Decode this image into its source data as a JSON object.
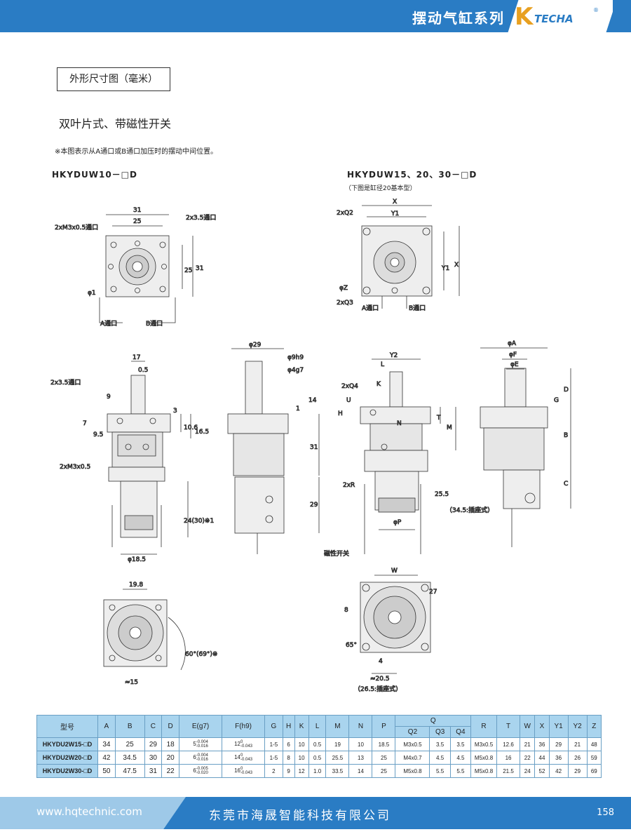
{
  "header": {
    "title": "摆动气缸系列",
    "logo_mark": "K",
    "logo_text": "TECHA",
    "logo_reg": "®"
  },
  "section": {
    "box_title": "外形尺寸图（毫米）",
    "subtitle": "双叶片式、带磁性开关",
    "note": "※本图表示从A通口或B通口加压时的摆动中间位置。",
    "model_left": "HKYDUW10－□D",
    "model_right": "HKYDUW15、20、30－□D",
    "model_right_note": "（下图是缸径20基本型）"
  },
  "drawing_labels": {
    "d31": "31",
    "d25": "25",
    "port_m3": "2xM3x0.5通口",
    "port_35": "2x3.5通口",
    "v25": "25",
    "v31": "31",
    "phi1": "φ1",
    "a_port": "A通口",
    "b_port": "B通口",
    "x": "X",
    "y1": "Y1",
    "q2": "2xQ2",
    "q3": "2xQ3",
    "phiz": "φZ",
    "y1v": "Y1",
    "xv": "X",
    "s17": "17",
    "s05": "0.5",
    "s9": "9",
    "s7": "7",
    "s95": "9.5",
    "s3": "3",
    "s106": "10.6",
    "s165": "16.5",
    "s_m3": "2xM3x0.5",
    "s24": "24(30)※1",
    "s185": "φ18.5",
    "s_35": "2x3.5通口",
    "f29": "φ29",
    "f9h9": "φ9h9",
    "f4g7": "φ4g7",
    "f14": "14",
    "f1": "1",
    "f31": "31",
    "f29v": "29",
    "y2": "Y2",
    "l": "L",
    "k": "K",
    "q4": "2xQ4",
    "u": "U",
    "h": "H",
    "n": "N",
    "t": "T",
    "m": "M",
    "r": "2xR",
    "p255": "25.5",
    "p345": "（34.5:插座式）",
    "phip": "φP",
    "mag": "磁性开关",
    "phia": "φA",
    "phif": "φF",
    "phie": "φE",
    "dd": "D",
    "gg": "G",
    "bb": "B",
    "cc": "C",
    "b198": "19.8",
    "b60": "60°(69°)※",
    "b15": "≈15",
    "w": "W",
    "w27": "27",
    "w8": "8",
    "w65": "65°",
    "w4": "4",
    "w205": "≈20.5",
    "w265": "（26.5:插座式）"
  },
  "table": {
    "col_model": "型号",
    "headers": [
      "A",
      "B",
      "C",
      "D",
      "E(g7)",
      "F(h9)",
      "G",
      "H",
      "K",
      "L",
      "M",
      "N",
      "P",
      "Q",
      "R",
      "T",
      "W",
      "X",
      "Y1",
      "Y2",
      "Z"
    ],
    "q_sub": [
      "Q2",
      "Q3",
      "Q4"
    ],
    "rows": [
      {
        "model": "HKYDU2W15-□D",
        "A": "34",
        "B": "25",
        "C": "29",
        "D": "18",
        "E": "5",
        "E_tol_up": "-0.004",
        "E_tol_lo": "-0.016",
        "F": "12",
        "F_tol_up": "0",
        "F_tol_lo": "-0.043",
        "G": "1-5",
        "H": "6",
        "K": "10",
        "L": "0.5",
        "M": "19",
        "N": "10",
        "P": "18.5",
        "Q2": "M3x0.5",
        "Q3": "3.5",
        "Q4": "3.5",
        "R": "M3x0.5",
        "T": "12.6",
        "W": "21",
        "X": "36",
        "Y1": "29",
        "Y2": "21",
        "Z": "48"
      },
      {
        "model": "HKYDU2W20-□D",
        "A": "42",
        "B": "34.5",
        "C": "30",
        "D": "20",
        "E": "6",
        "E_tol_up": "-0.004",
        "E_tol_lo": "-0.016",
        "F": "14",
        "F_tol_up": "0",
        "F_tol_lo": "-0.043",
        "G": "1-5",
        "H": "8",
        "K": "10",
        "L": "0.5",
        "M": "25.5",
        "N": "13",
        "P": "25",
        "Q2": "M4x0.7",
        "Q3": "4.5",
        "Q4": "4.5",
        "R": "M5x0.8",
        "T": "16",
        "W": "22",
        "X": "44",
        "Y1": "36",
        "Y2": "26",
        "Z": "59"
      },
      {
        "model": "HKYDU2W30-□D",
        "A": "50",
        "B": "47.5",
        "C": "31",
        "D": "22",
        "E": "6",
        "E_tol_up": "-0.005",
        "E_tol_lo": "-0.020",
        "F": "16",
        "F_tol_up": "0",
        "F_tol_lo": "-0.043",
        "G": "2",
        "H": "9",
        "K": "12",
        "L": "1.0",
        "M": "33.5",
        "N": "14",
        "P": "25",
        "Q2": "M5x0.8",
        "Q3": "5.5",
        "Q4": "5.5",
        "R": "M5x0.8",
        "T": "21.5",
        "W": "24",
        "X": "52",
        "Y1": "42",
        "Y2": "29",
        "Z": "69"
      }
    ]
  },
  "footer": {
    "website": "www.hqtechnic.com",
    "company": "东莞市海晟智能科技有限公司",
    "page": "158"
  }
}
